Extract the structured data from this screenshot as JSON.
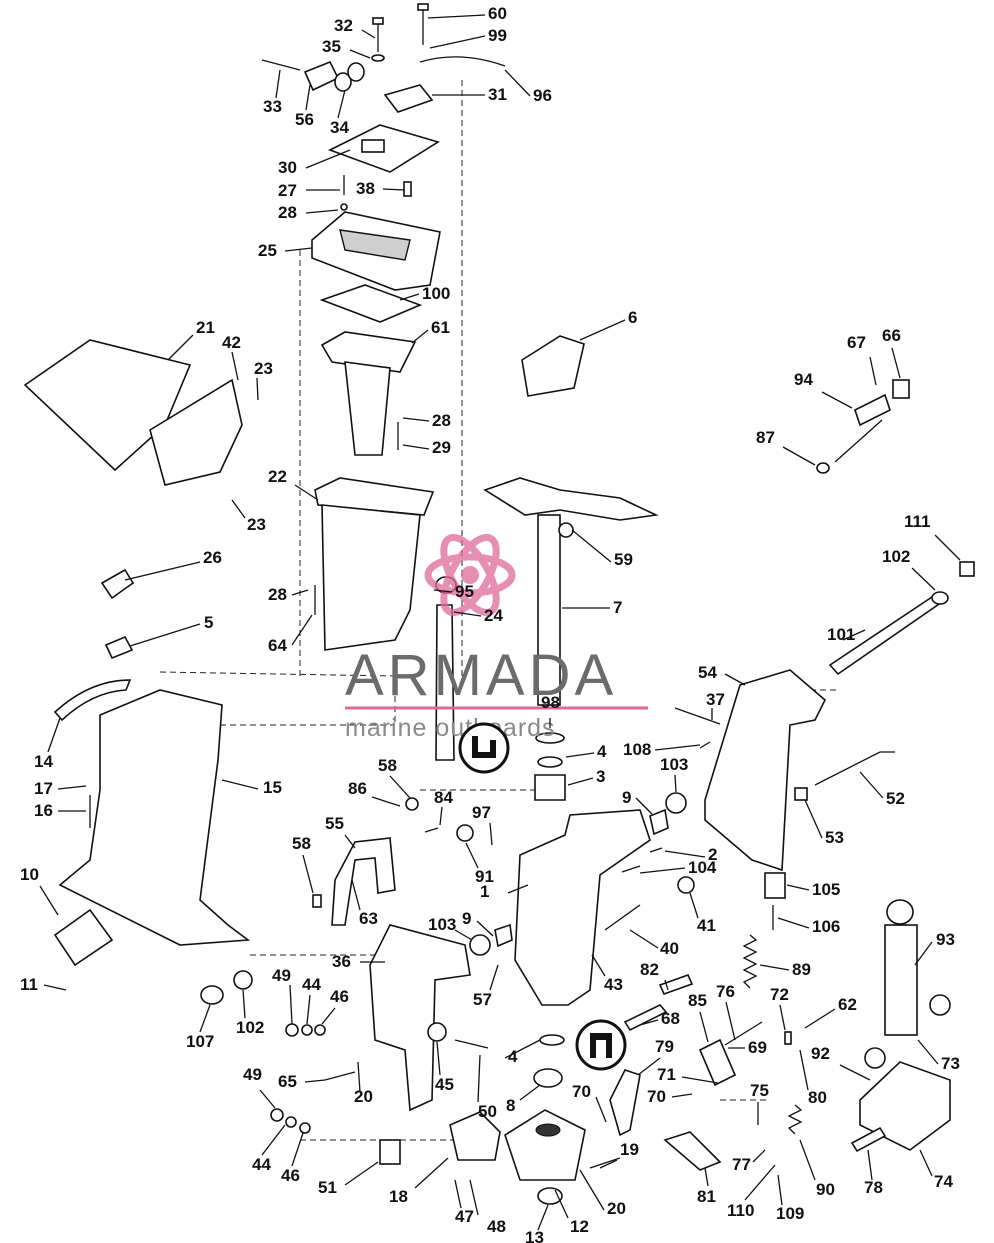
{
  "watermark": {
    "brand": "ARMADA",
    "tagline": "marine outboards",
    "color": "#e0699a"
  },
  "part_labels": [
    "1",
    "2",
    "3",
    "4",
    "4",
    "5",
    "6",
    "7",
    "8",
    "9",
    "9",
    "10",
    "11",
    "12",
    "13",
    "14",
    "15",
    "16",
    "17",
    "18",
    "19",
    "20",
    "20",
    "21",
    "22",
    "23",
    "23",
    "24",
    "25",
    "26",
    "27",
    "28",
    "28",
    "28",
    "29",
    "30",
    "31",
    "32",
    "33",
    "34",
    "35",
    "36",
    "37",
    "38",
    "40",
    "41",
    "42",
    "43",
    "44",
    "44",
    "45",
    "46",
    "46",
    "47",
    "48",
    "49",
    "49",
    "50",
    "51",
    "52",
    "53",
    "54",
    "55",
    "56",
    "57",
    "58",
    "58",
    "59",
    "60",
    "61",
    "62",
    "63",
    "64",
    "65",
    "66",
    "67",
    "68",
    "69",
    "70",
    "70",
    "71",
    "72",
    "73",
    "74",
    "75",
    "76",
    "77",
    "78",
    "79",
    "80",
    "81",
    "82",
    "84",
    "85",
    "86",
    "87",
    "89",
    "90",
    "91",
    "92",
    "93",
    "94",
    "95",
    "96",
    "97",
    "98",
    "99",
    "100",
    "101",
    "102",
    "102",
    "103",
    "103",
    "104",
    "105",
    "106",
    "107",
    "108",
    "109",
    "110",
    "111"
  ]
}
